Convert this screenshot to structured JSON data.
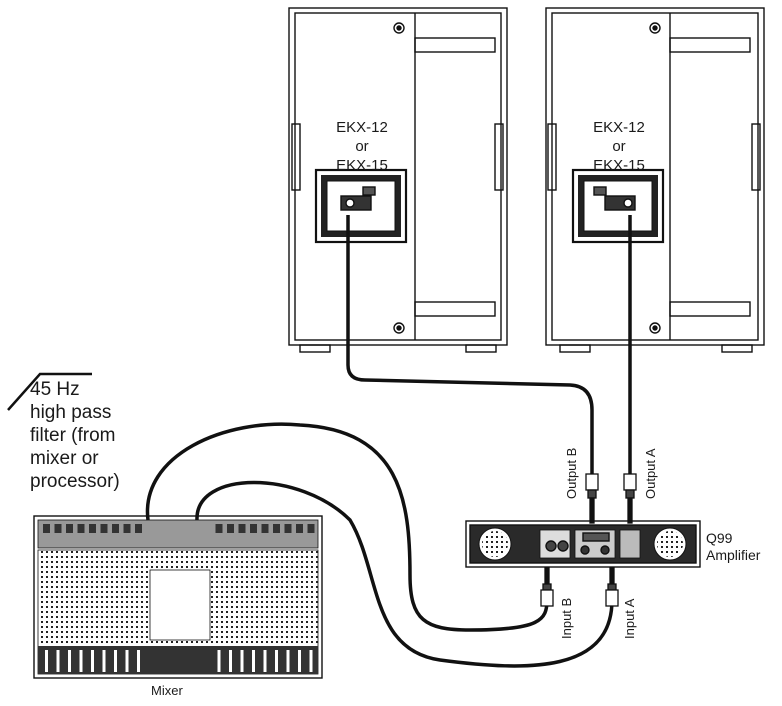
{
  "speaker_left": {
    "label_lines": [
      "EKX-12",
      "or",
      "EKX-15"
    ]
  },
  "speaker_right": {
    "label_lines": [
      "EKX-12",
      "or",
      "EKX-15"
    ]
  },
  "filter_note": {
    "lines": [
      "45 Hz",
      "high pass",
      "filter (from",
      "mixer or",
      "processor)"
    ]
  },
  "amplifier": {
    "label_lines": [
      "Q99",
      "Amplifier"
    ]
  },
  "mixer": {
    "label": "Mixer"
  },
  "cables": {
    "output_b": "Output B",
    "output_a": "Output A",
    "input_b": "Input B",
    "input_a": "Input A"
  }
}
